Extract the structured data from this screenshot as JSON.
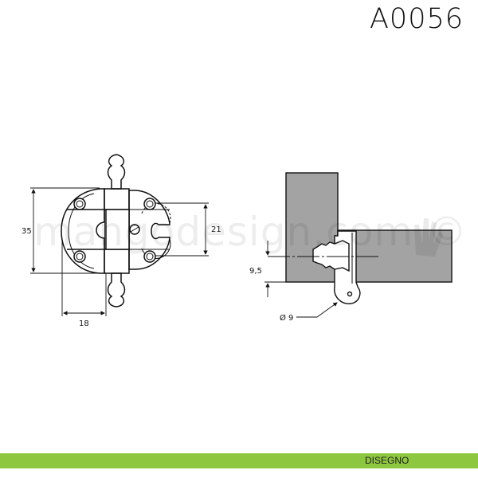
{
  "header": {
    "code": "A0056"
  },
  "drawing": {
    "front_view": {
      "height_dim": "35",
      "hole_spacing_dim": "21",
      "width_dim": "18"
    },
    "side_view": {
      "offset_dim": "9,5",
      "diameter_dim": "Ø 9"
    }
  },
  "watermark": "mangodesign.com ©",
  "footer": {
    "label": "DISEGNO"
  },
  "colors": {
    "accent": "#8dc63f",
    "wood": "#a3a3a3"
  }
}
